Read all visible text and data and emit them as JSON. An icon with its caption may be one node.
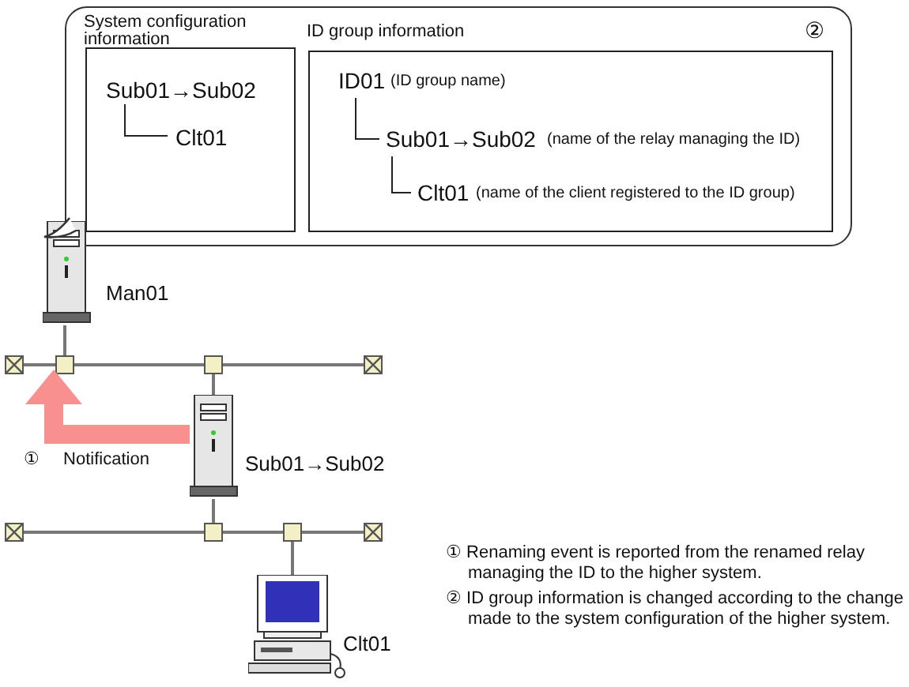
{
  "diagram": {
    "nodes": [
      {
        "text": [
          "②"
        ]
      },
      {
        "text": [
          "System configuration information"
        ],
        "in": 0
      },
      {
        "text": [
          "Sub01→Sub02"
        ],
        "in": 1
      },
      {
        "text": [
          "Clt01"
        ],
        "in": 1
      },
      {
        "text": [
          "ID group information"
        ],
        "in": 0
      },
      {
        "text": [
          "ID01",
          "(ID group name)"
        ],
        "in": 4
      },
      {
        "text": [
          "Sub01→Sub02",
          "(name of the relay managing the ID)"
        ],
        "in": 4
      },
      {
        "text": [
          "Clt01",
          "(name of the client registered to the ID group)"
        ],
        "in": 4
      },
      {
        "text": [
          "Man01"
        ]
      },
      {
        "text": [],
        "shape": "box"
      },
      {
        "text": [],
        "shape": "box"
      },
      {
        "text": [],
        "shape": "box"
      },
      {
        "text": [],
        "shape": "box"
      },
      {
        "text": [
          "Sub01→Sub02"
        ]
      },
      {
        "text": [],
        "shape": "box"
      },
      {
        "text": [],
        "shape": "box"
      },
      {
        "text": [],
        "shape": "box"
      },
      {
        "text": [],
        "shape": "box"
      },
      {
        "text": [
          "Clt01"
        ]
      }
    ],
    "edges": [
      {
        "from": 2,
        "to": 3,
        "arrow": "none"
      },
      {
        "from": 5,
        "to": 6,
        "arrow": "none"
      },
      {
        "from": 6,
        "to": 7,
        "arrow": "none"
      },
      {
        "from": 8,
        "to": 10,
        "arrow": "none"
      },
      {
        "from": 9,
        "to": 10,
        "arrow": "none"
      },
      {
        "from": 10,
        "to": 11,
        "arrow": "none"
      },
      {
        "from": 11,
        "to": 12,
        "arrow": "none"
      },
      {
        "from": 11,
        "to": 13,
        "arrow": "none"
      },
      {
        "from": 13,
        "to": 15,
        "arrow": "none"
      },
      {
        "from": 14,
        "to": 15,
        "arrow": "none"
      },
      {
        "from": 15,
        "to": 16,
        "arrow": "none"
      },
      {
        "from": 16,
        "to": 17,
        "arrow": "none"
      },
      {
        "from": 16,
        "to": 18,
        "arrow": "none"
      },
      {
        "from": 13,
        "to": 10,
        "arrow": "to",
        "label": "① Notification",
        "style": "thick",
        "color": "#f89090"
      }
    ],
    "labels": [
      "① Renaming event is reported from the renamed relay managing the ID to the higher system.",
      "② ID group information is changed according to the change made to the system configuration of the higher system."
    ]
  }
}
